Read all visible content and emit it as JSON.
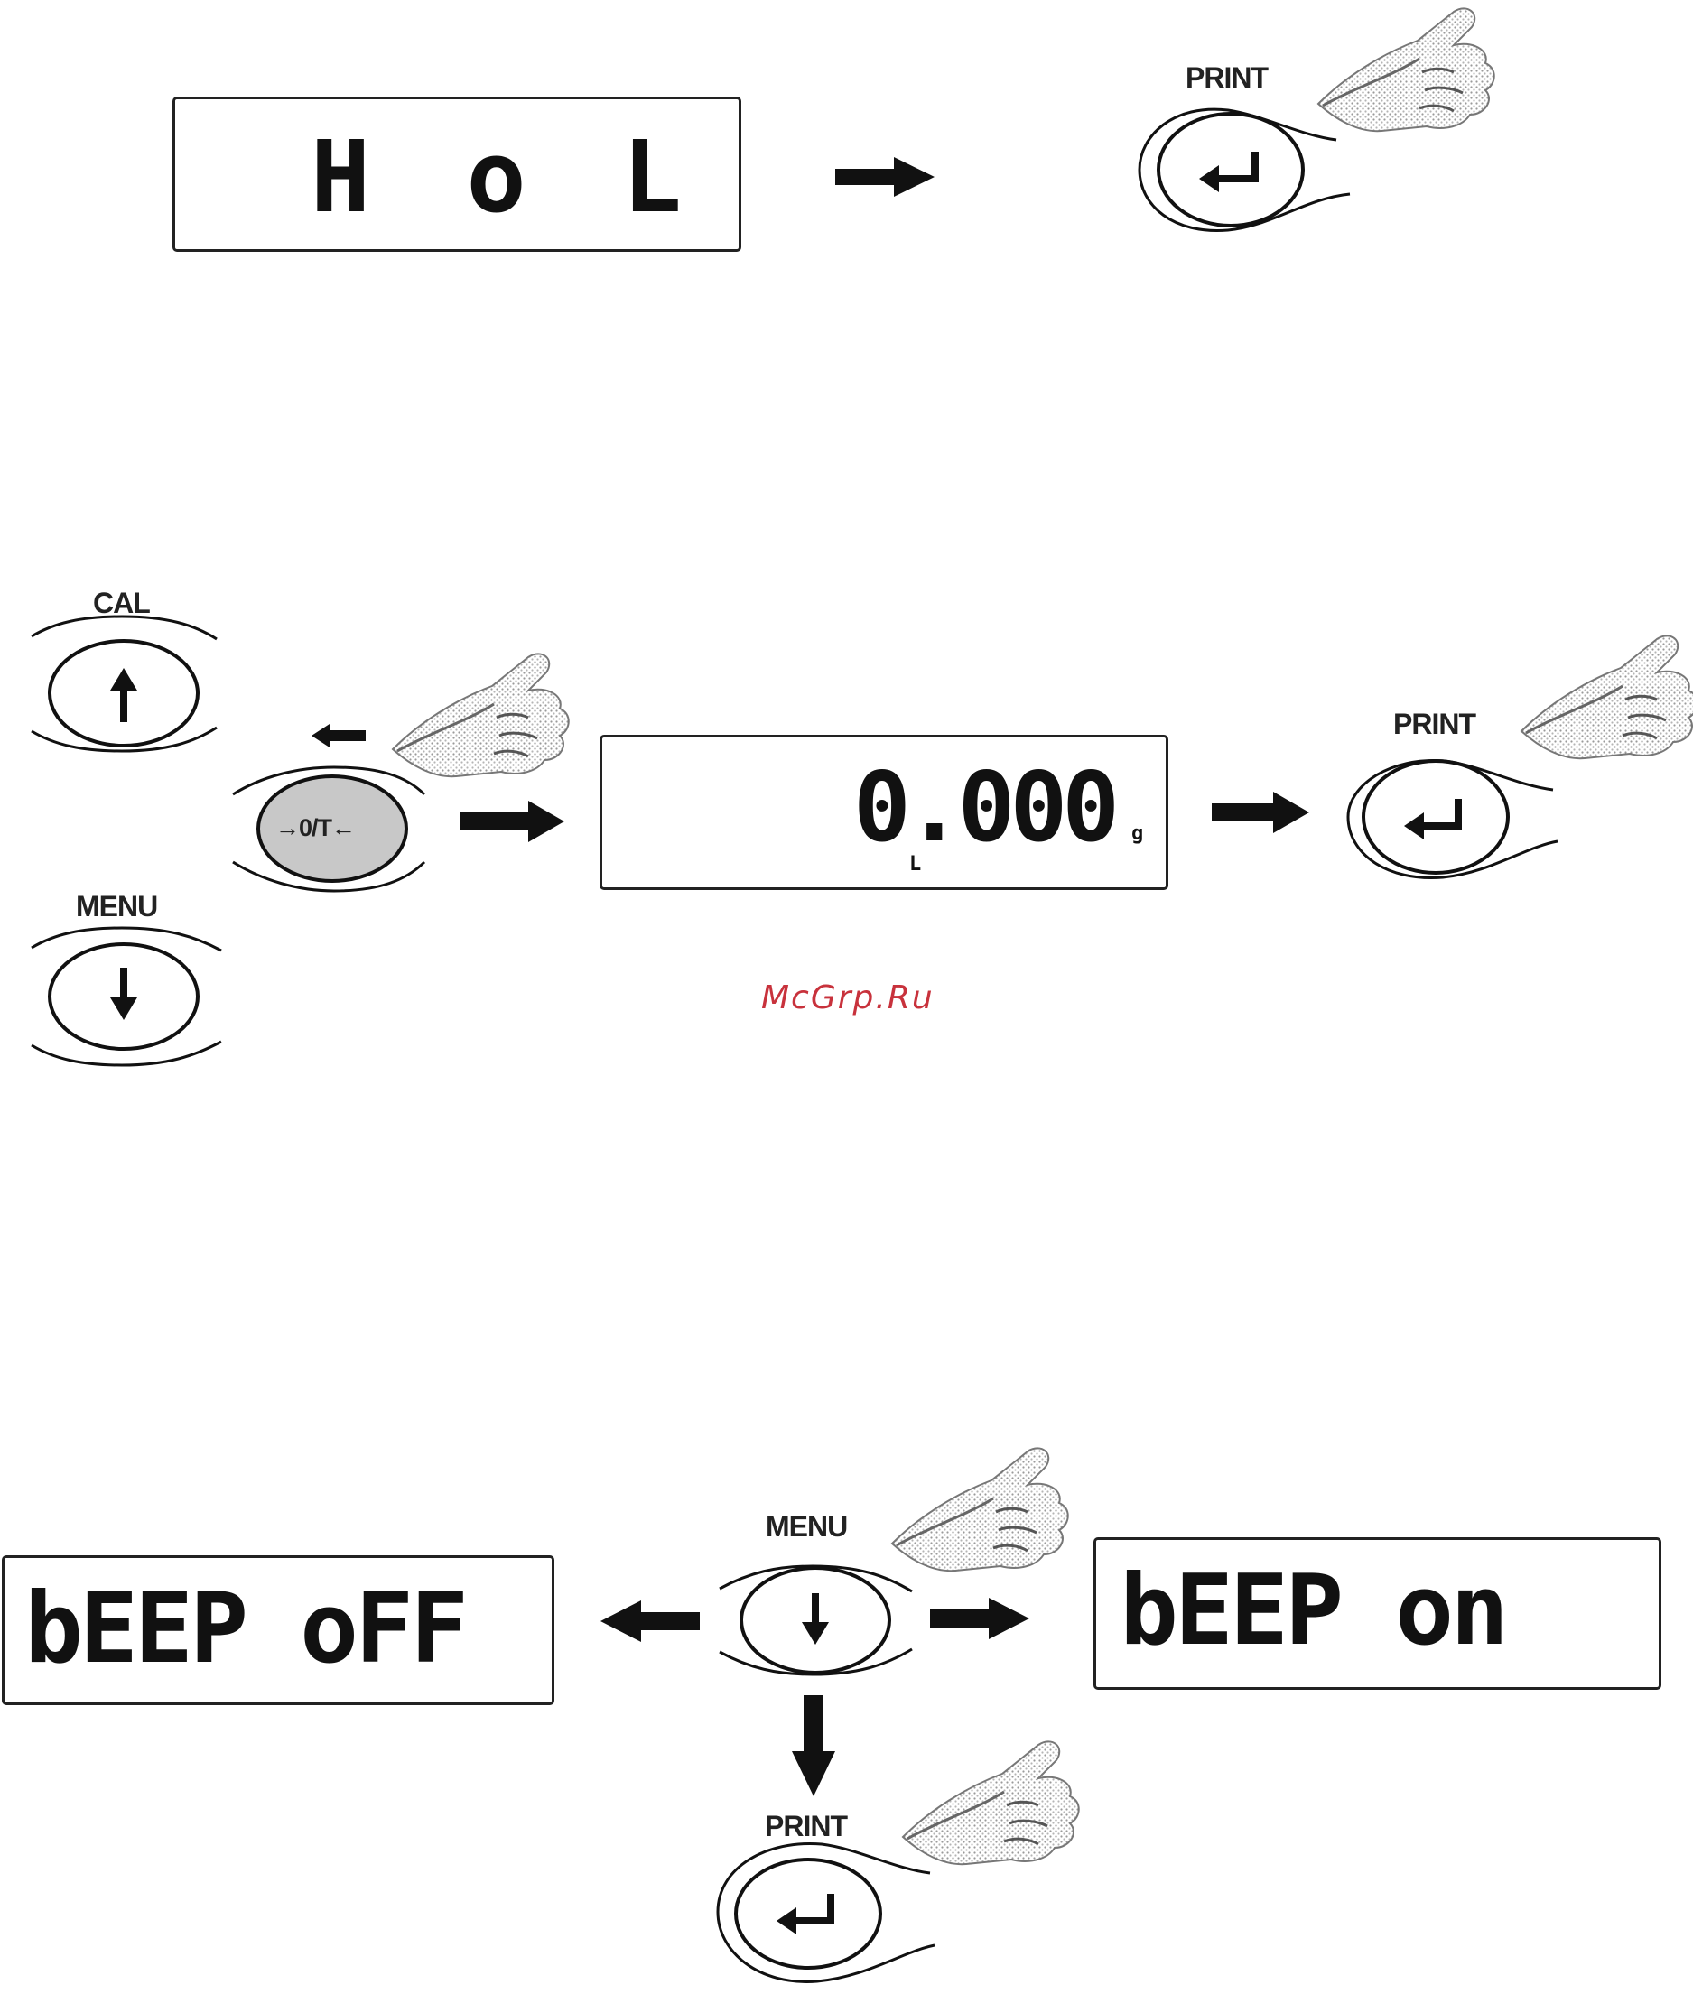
{
  "displays": {
    "hol": "H o L",
    "zero_value": "0.000",
    "zero_unit": "g",
    "zero_indicator": "L",
    "beep_off": "bEEP oFF",
    "beep_on": "bEEP on"
  },
  "keys": {
    "print": "PRINT",
    "cal": "CAL",
    "menu": "MENU",
    "zero_tare": "→0/T←"
  },
  "watermark": "McGrp.Ru",
  "colors": {
    "line": "#111111",
    "key_fill_active": "#c8c8c8",
    "watermark": "#c8323c"
  }
}
